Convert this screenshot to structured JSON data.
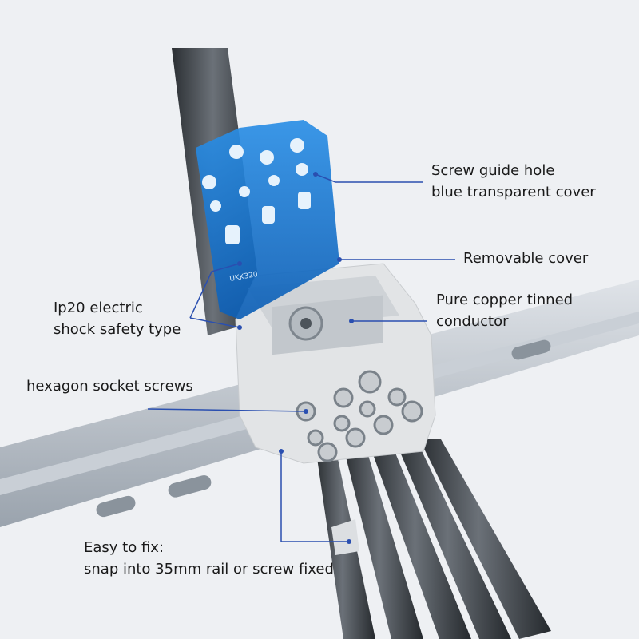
{
  "colors": {
    "background": "#eef0f3",
    "leader_line": "#2a4fb0",
    "cover_blue": "#1f7fd6",
    "housing": "#e4e6e8",
    "cable": "#3a3f44",
    "rail": "#b9c0c8"
  },
  "annotations": {
    "screw_guide": {
      "line1": "Screw guide hole",
      "line2": "blue transparent cover"
    },
    "removable": {
      "line1": "Removable cover"
    },
    "copper": {
      "line1": "Pure copper tinned",
      "line2": "conductor"
    },
    "ip20": {
      "line1": "Ip20 electric",
      "line2": "shock safety type"
    },
    "hexagon": {
      "line1": "hexagon socket screws"
    },
    "easy_fix": {
      "line1": "Easy to fix:",
      "line2": "snap into 35mm rail or screw fixed"
    }
  },
  "product_marking": "UKK320"
}
